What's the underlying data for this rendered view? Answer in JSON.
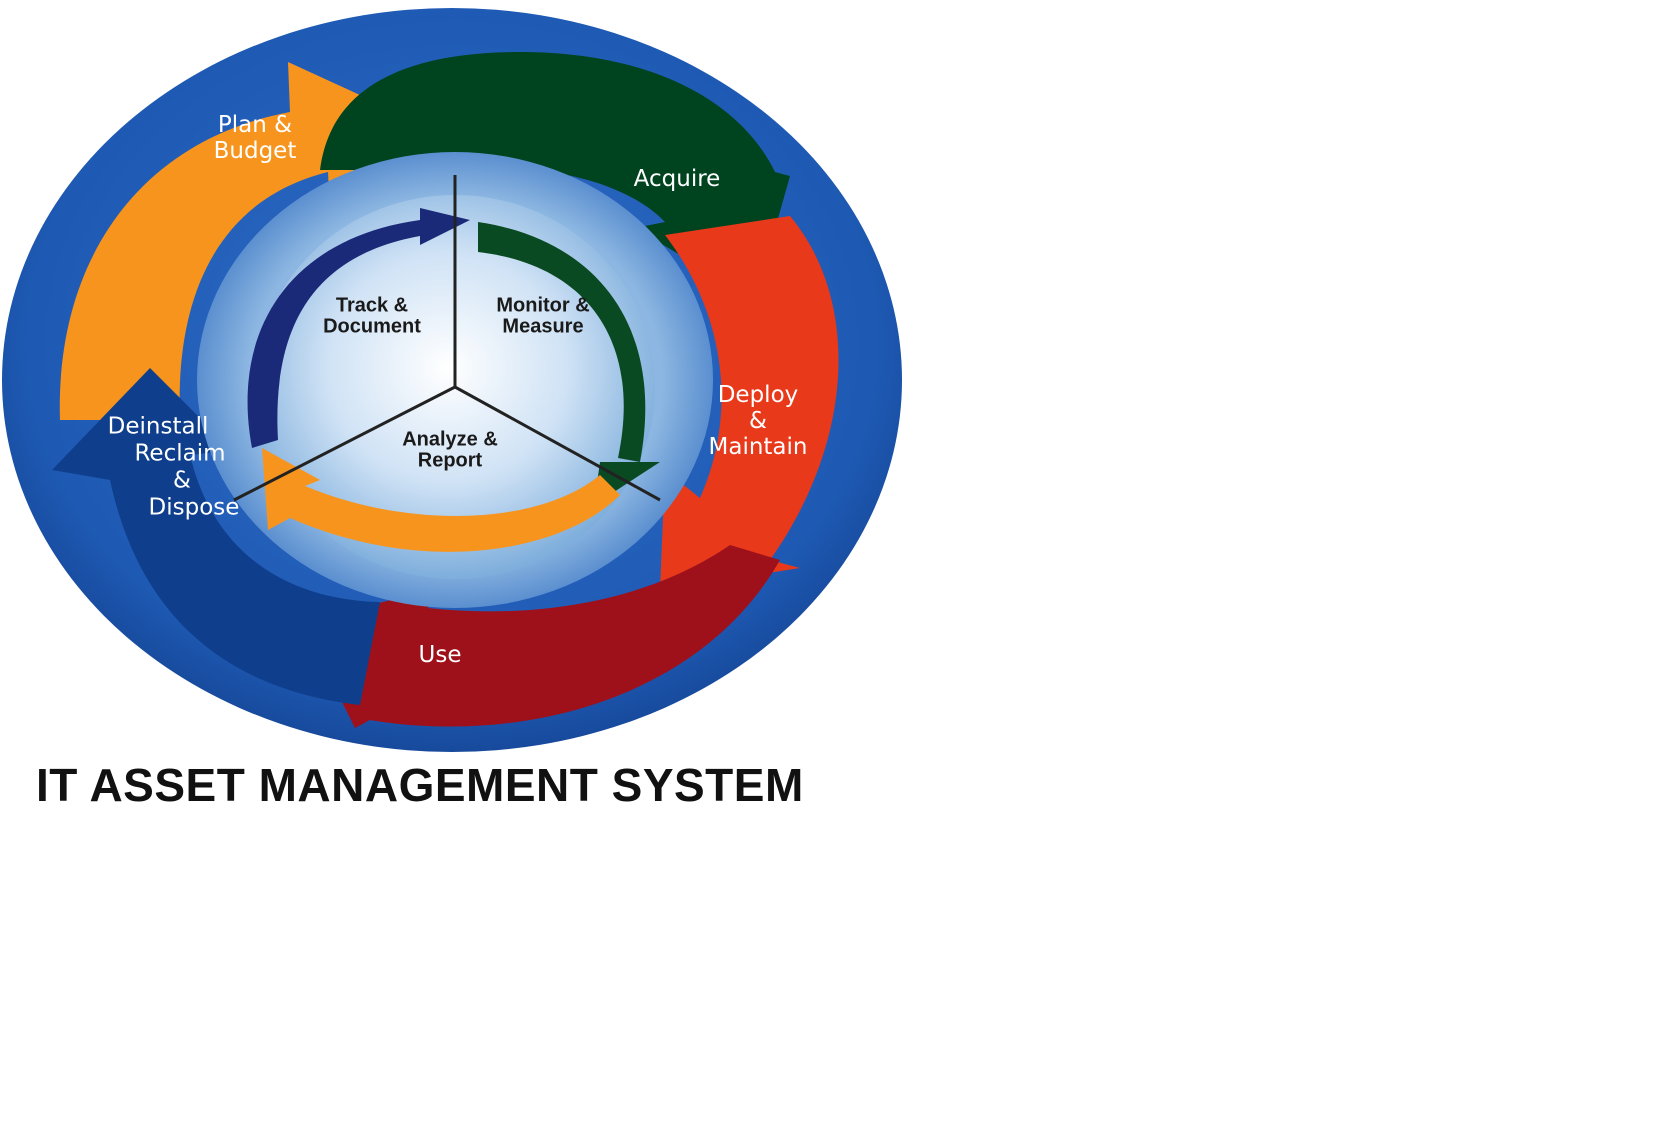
{
  "diagram": {
    "outer_stages": [
      {
        "key": "plan",
        "lines": [
          "Plan &",
          "Budget"
        ],
        "color": "#f7941d"
      },
      {
        "key": "acquire",
        "lines": [
          "Acquire"
        ],
        "color": "#00441f"
      },
      {
        "key": "deploy",
        "lines": [
          "Deploy",
          "&",
          "Maintain"
        ],
        "color": "#e8391a"
      },
      {
        "key": "use",
        "lines": [
          "Use"
        ],
        "color": "#9e111a"
      },
      {
        "key": "dispose",
        "lines": [
          "Deinstall",
          "Reclaim",
          "&",
          "Dispose"
        ],
        "color": "#0f3f8c"
      }
    ],
    "inner_segments": [
      {
        "key": "track",
        "lines": [
          "Track &",
          "Document"
        ],
        "color": "#1b2a78"
      },
      {
        "key": "monitor",
        "lines": [
          "Monitor &",
          "Measure"
        ],
        "color": "#0a4a22"
      },
      {
        "key": "analyze",
        "lines": [
          "Analyze &",
          "Report"
        ],
        "color": "#f7941d"
      }
    ],
    "colors": {
      "outer_ring": "#1e5ab4",
      "ring_band": "#6f9fd6",
      "hub_center": "#ffffff",
      "hub_edge": "#7eaedc"
    }
  },
  "title": "IT ASSET MANAGEMENT SYSTEM"
}
